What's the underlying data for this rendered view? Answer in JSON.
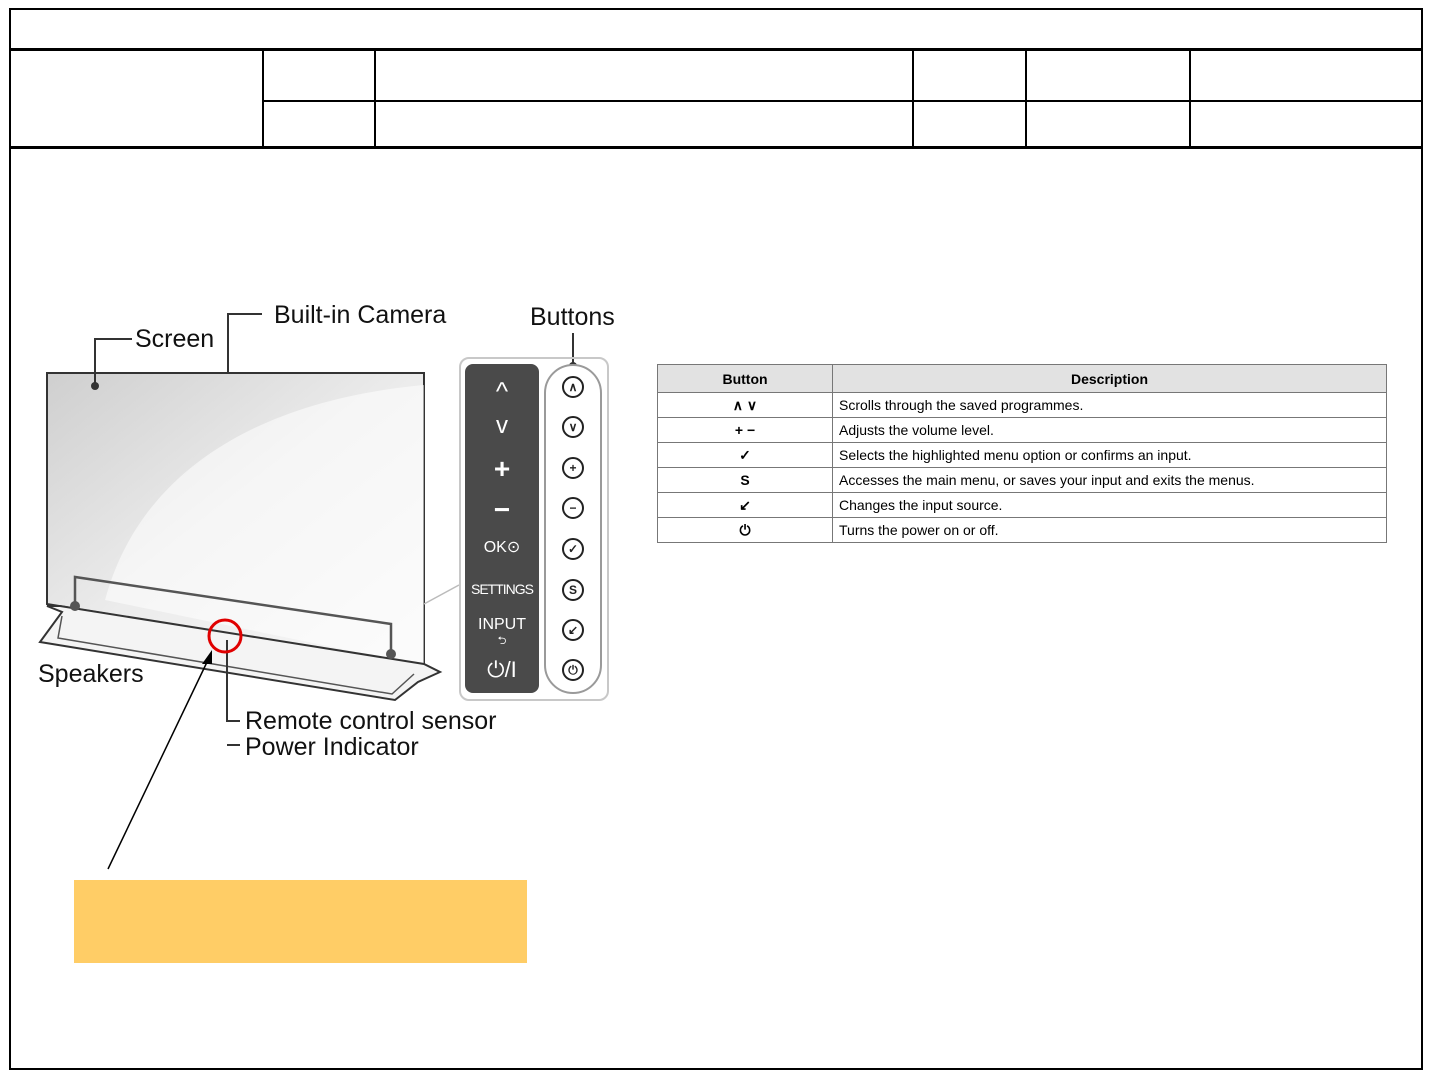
{
  "callouts": {
    "screen": "Screen",
    "camera": "Built-in Camera",
    "buttons": "Buttons",
    "speakers": "Speakers",
    "sensor": "Remote control sensor",
    "power_indicator": "Power Indicator"
  },
  "panel_labels": {
    "up": "^",
    "down": "v",
    "plus": "+",
    "minus": "−",
    "ok": "OK⊙",
    "settings": "SETTINGS",
    "input": "INPUT",
    "input_icon": "⮌",
    "power": "⏻/I"
  },
  "panel_icons": [
    "up-icon",
    "down-icon",
    "plus-icon",
    "minus-icon",
    "check-icon",
    "settings-s-icon",
    "input-arrow-icon",
    "power-icon"
  ],
  "button_table": {
    "headers": [
      "Button",
      "Description"
    ],
    "rows": [
      {
        "symbol": "∧ ∨",
        "description": "Scrolls through the saved programmes."
      },
      {
        "symbol": "+ −",
        "description": "Adjusts the volume level."
      },
      {
        "symbol": "✓",
        "description": "Selects the highlighted menu option or confirms an input."
      },
      {
        "symbol": "S",
        "description": "Accesses the main menu, or saves your input and exits the menus."
      },
      {
        "symbol": "↙",
        "description": "Changes the input source."
      },
      {
        "symbol": "⏻",
        "description": "Turns the power on or off."
      }
    ]
  },
  "colors": {
    "panel": "#4a4a4a",
    "highlight_circle": "#e00000",
    "note_box": "#ffcd66"
  }
}
